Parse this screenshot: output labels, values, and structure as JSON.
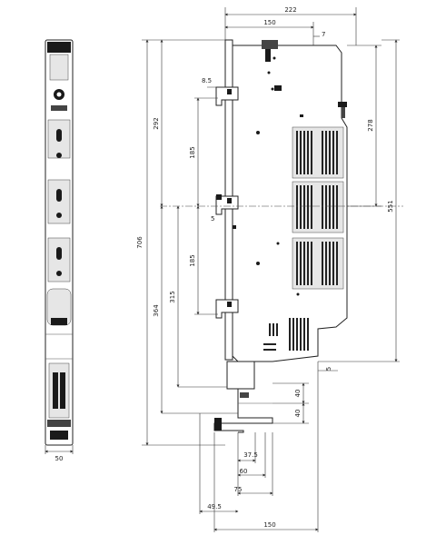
{
  "dimensions": {
    "top_222": "222",
    "top_150": "150",
    "top_7": "7",
    "left_8_5": "8.5",
    "left_292": "292",
    "left_185_upper": "185",
    "left_185_lower": "185",
    "left_5": "5",
    "left_706": "706",
    "left_364": "364",
    "left_315": "315",
    "right_278": "278",
    "right_551": "551",
    "right_5": "5",
    "side_40_upper": "40",
    "side_40_lower": "40",
    "bottom_37_5": "37.5",
    "bottom_60": "60",
    "bottom_75": "75",
    "bottom_49_5": "49.5",
    "bottom_150": "150",
    "front_width_50": "50"
  }
}
